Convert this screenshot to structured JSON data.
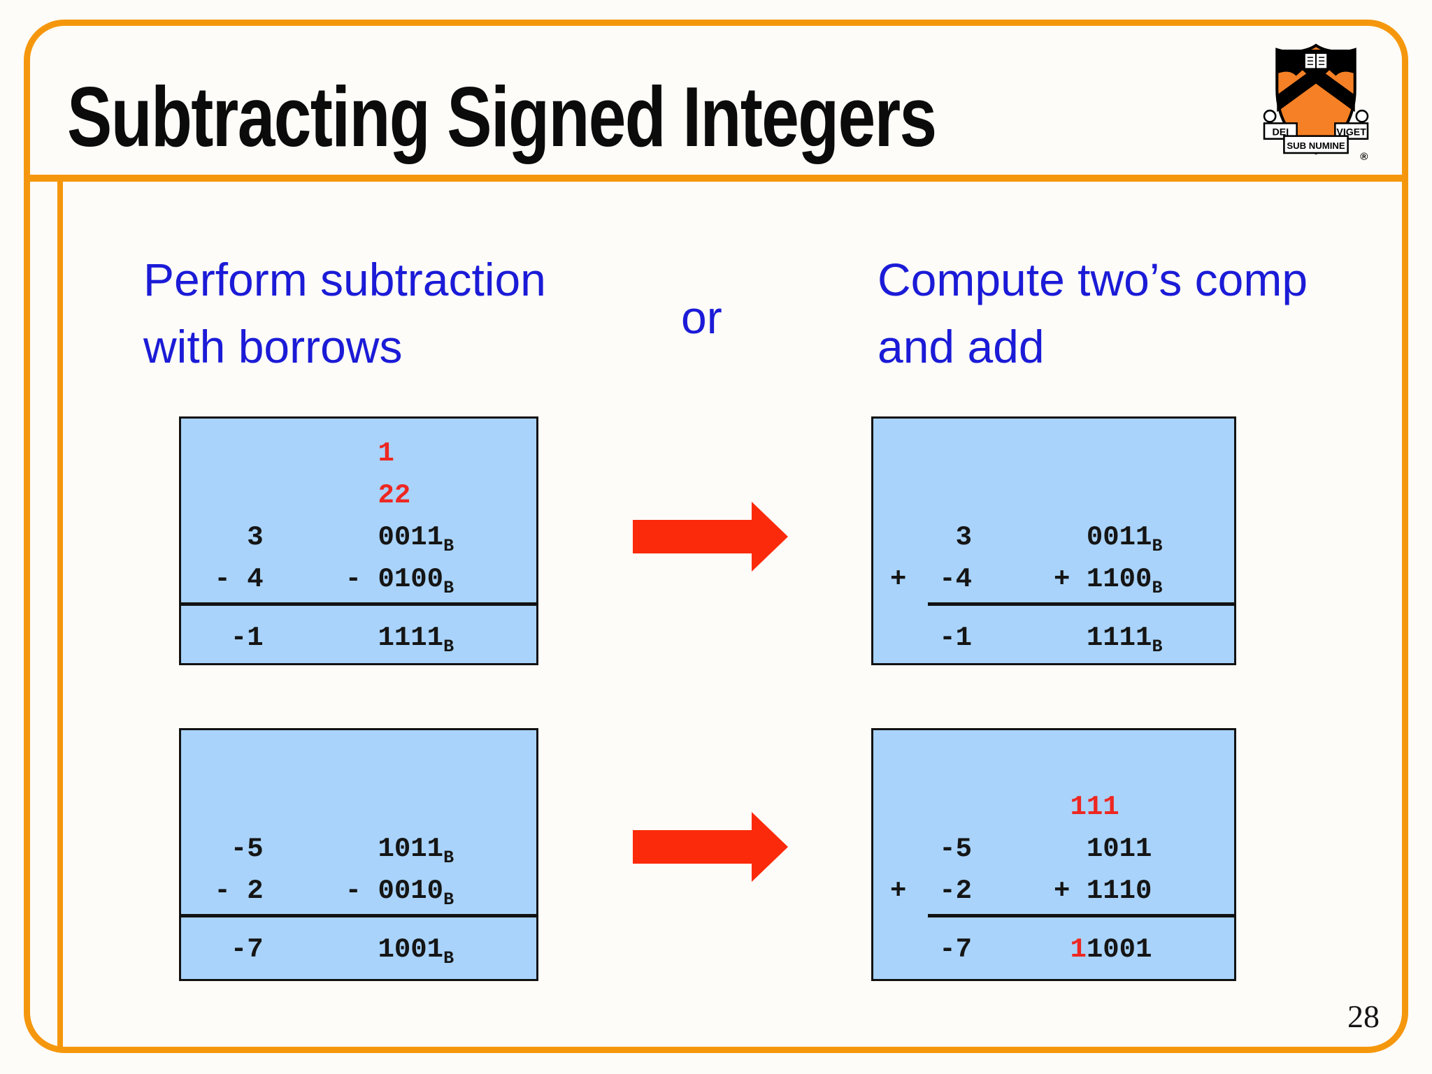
{
  "slide": {
    "title": "Subtracting Signed Integers",
    "or_label": "or",
    "page_number": "28",
    "left_heading": {
      "line1": "Perform subtraction",
      "line2": "with borrows"
    },
    "right_heading": {
      "line1": "Compute two’s comp",
      "line2": "and add"
    }
  },
  "logo": {
    "motto_left": "DEI",
    "motto_center": "SUB NUMINE",
    "motto_right": "VIGET",
    "registered": "®"
  },
  "colors": {
    "accent_orange": "#F5970D",
    "heading_blue": "#1B1BD7",
    "box_fill_blue": "#A9D3FA",
    "carry_red": "#EE2722",
    "arrow_red": "#FB2A0A"
  },
  "boxes": {
    "box1": {
      "rows": {
        "carry1": {
          "indent": "           ",
          "red": "1"
        },
        "carry2": {
          "indent": "           ",
          "red": "22"
        },
        "a": {
          "text": "   3       0011",
          "sub": "B"
        },
        "b": {
          "text": " - 4     - 0100",
          "sub": "B"
        },
        "result": {
          "text": "  -1       1111",
          "sub": "B"
        }
      }
    },
    "box2": {
      "rows": {
        "a": {
          "text": "    3       0011",
          "sub": "B"
        },
        "b": {
          "text": "+  -4     + 1100",
          "sub": "B"
        },
        "result": {
          "text": "   -1       1111",
          "sub": "B"
        }
      }
    },
    "box3": {
      "rows": {
        "a": {
          "text": "  -5       1011",
          "sub": "B"
        },
        "b": {
          "text": " - 2     - 0010",
          "sub": "B"
        },
        "result": {
          "text": "  -7       1001",
          "sub": "B"
        }
      }
    },
    "box4": {
      "rows": {
        "carry": {
          "indent": "           ",
          "red": "111"
        },
        "a": {
          "text": "   -5       1011"
        },
        "b": {
          "text": "+  -2     + 1110"
        },
        "result": {
          "pre": "   -7      ",
          "red": "1",
          "post": "1001"
        }
      }
    }
  }
}
